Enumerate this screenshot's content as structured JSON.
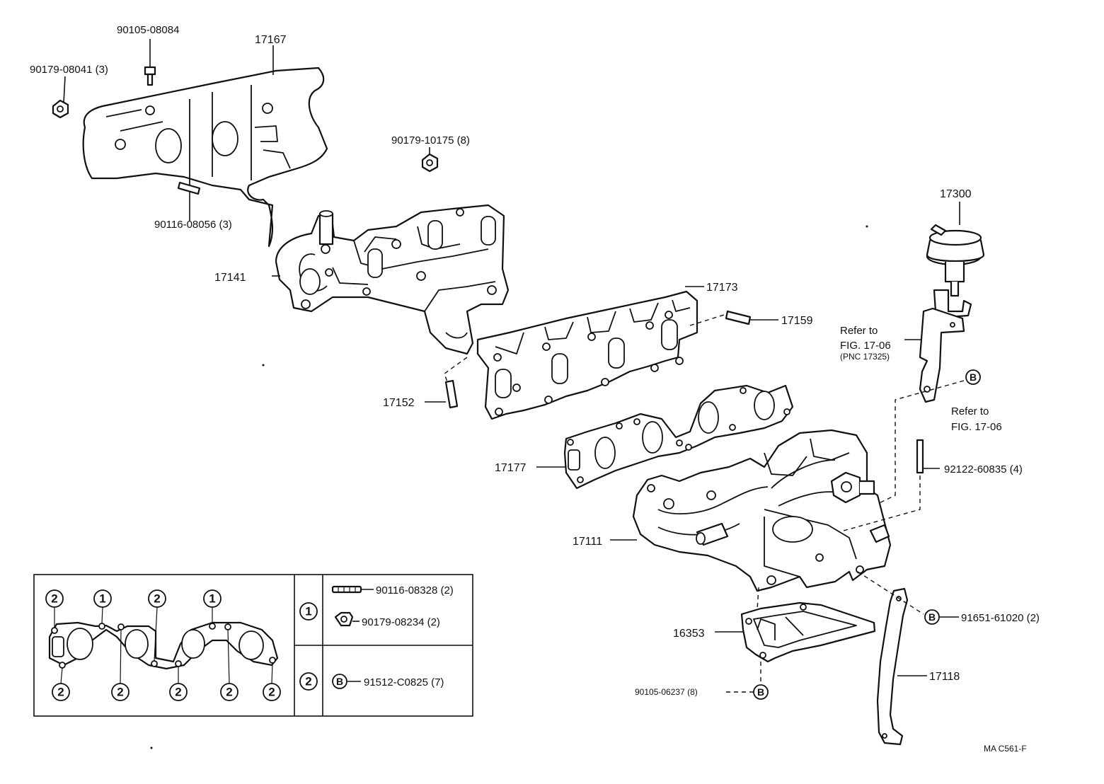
{
  "parts": {
    "p90105_08084": "90105-08084",
    "p17167": "17167",
    "p90179_08041": "90179-08041 (3)",
    "p90179_10175": "90179-10175 (8)",
    "p90116_08056": "90116-08056 (3)",
    "p17141": "17141",
    "p17173": "17173",
    "p17159": "17159",
    "p17300": "17300",
    "p17152": "17152",
    "p17177": "17177",
    "p92122": "92122-60835 (4)",
    "p17111": "17111",
    "p16353": "16353",
    "p91651": "91651-61020 (2)",
    "p90105_06237": "90105-06237 (8)",
    "p17118": "17118"
  },
  "refs": {
    "refer_a_line1": "Refer to",
    "refer_a_line2": "FIG. 17-06",
    "refer_a_line3": "(PNC 17325)",
    "refer_b_line1": "Refer  to",
    "refer_b_line2": "FIG. 17-06"
  },
  "markers": {
    "b": "B",
    "one": "1",
    "two": "2"
  },
  "legend": {
    "row1_item1": "90116-08328 (2)",
    "row1_item2": "90179-08234 (2)",
    "row2_item1": "91512-C0825 (7)"
  },
  "code": "MA  C561-F"
}
